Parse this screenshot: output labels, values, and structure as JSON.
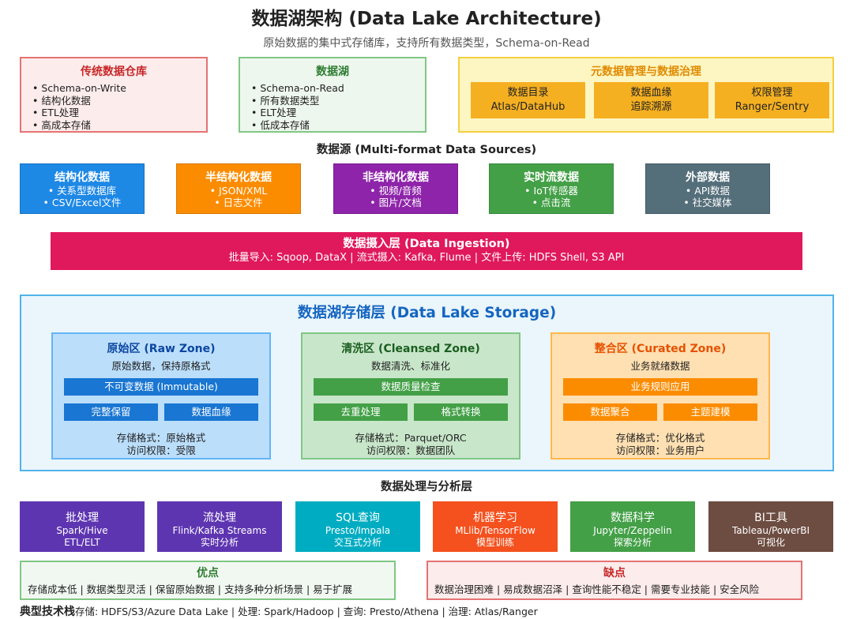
{
  "title": "数据湖架构 (Data Lake Architecture)",
  "subtitle": "原始数据的集中式存储库，支持所有数据类型，Schema-on-Read",
  "comparison": {
    "warehouse": {
      "title": "传统数据仓库",
      "items": [
        "Schema-on-Write",
        "结构化数据",
        "ETL处理",
        "高成本存储"
      ]
    },
    "lake": {
      "title": "数据湖",
      "items": [
        "Schema-on-Read",
        "所有数据类型",
        "ELT处理",
        "低成本存储"
      ]
    },
    "metadata": {
      "title": "元数据管理与数据治理",
      "boxes": [
        {
          "line1": "数据目录",
          "line2": "Atlas/DataHub"
        },
        {
          "line1": "数据血缘",
          "line2": "追踪溯源"
        },
        {
          "line1": "权限管理",
          "line2": "Ranger/Sentry"
        }
      ]
    }
  },
  "sources": {
    "label": "数据源 (Multi-format Data Sources)",
    "items": [
      {
        "title": "结构化数据",
        "lines": [
          "关系型数据库",
          "CSV/Excel文件"
        ],
        "color": "#1e88e5"
      },
      {
        "title": "半结构化数据",
        "lines": [
          "JSON/XML",
          "日志文件"
        ],
        "color": "#fb8c00"
      },
      {
        "title": "非结构化数据",
        "lines": [
          "视频/音频",
          "图片/文档"
        ],
        "color": "#8e24aa"
      },
      {
        "title": "实时流数据",
        "lines": [
          "IoT传感器",
          "点击流"
        ],
        "color": "#43a047"
      },
      {
        "title": "外部数据",
        "lines": [
          "API数据",
          "社交媒体"
        ],
        "color": "#546e7a"
      }
    ]
  },
  "ingestion": {
    "title": "数据摄入层 (Data Ingestion)",
    "detail": "批量导入: Sqoop, DataX | 流式摄入: Kafka, Flume | 文件上传: HDFS Shell, S3 API"
  },
  "storage": {
    "title": "数据湖存储层 (Data Lake Storage)",
    "zones": {
      "raw": {
        "title": "原始区 (Raw Zone)",
        "desc": "原始数据，保持原格式",
        "bar": "不可变数据 (Immutable)",
        "left": "完整保留",
        "right": "数据血缘",
        "format": "存储格式：原始格式",
        "access": "访问权限：受限"
      },
      "cleansed": {
        "title": "清洗区 (Cleansed Zone)",
        "desc": "数据清洗、标准化",
        "bar": "数据质量检查",
        "left": "去重处理",
        "right": "格式转换",
        "format": "存储格式：Parquet/ORC",
        "access": "访问权限：数据团队"
      },
      "curated": {
        "title": "整合区 (Curated Zone)",
        "desc": "业务就绪数据",
        "bar": "业务规则应用",
        "left": "数据聚合",
        "right": "主题建模",
        "format": "存储格式：优化格式",
        "access": "访问权限：业务用户"
      }
    }
  },
  "processing": {
    "label": "数据处理与分析层",
    "items": [
      {
        "title": "批处理",
        "lines": [
          "Spark/Hive",
          "ETL/ELT"
        ],
        "color": "#5e35b1"
      },
      {
        "title": "流处理",
        "lines": [
          "Flink/Kafka Streams",
          "实时分析"
        ],
        "color": "#5e35b1"
      },
      {
        "title": "SQL查询",
        "lines": [
          "Presto/Impala",
          "交互式分析"
        ],
        "color": "#00acc1"
      },
      {
        "title": "机器学习",
        "lines": [
          "MLlib/TensorFlow",
          "模型训练"
        ],
        "color": "#f4511e"
      },
      {
        "title": "数据科学",
        "lines": [
          "Jupyter/Zeppelin",
          "探索分析"
        ],
        "color": "#43a047"
      },
      {
        "title": "BI工具",
        "lines": [
          "Tableau/PowerBI",
          "可视化"
        ],
        "color": "#6d4c41"
      }
    ]
  },
  "pros": {
    "title": "优点",
    "text": "存储成本低 | 数据类型灵活 | 保留原始数据 | 支持多种分析场景 | 易于扩展"
  },
  "cons": {
    "title": "缺点",
    "text": "数据治理困难 | 易成数据沼泽 | 查询性能不稳定 | 需要专业技能 | 安全风险"
  },
  "tech": {
    "label": "典型技术栈",
    "text": "存储: HDFS/S3/Azure Data Lake | 处理: Spark/Hadoop | 查询: Presto/Athena | 治理: Atlas/Ranger"
  }
}
